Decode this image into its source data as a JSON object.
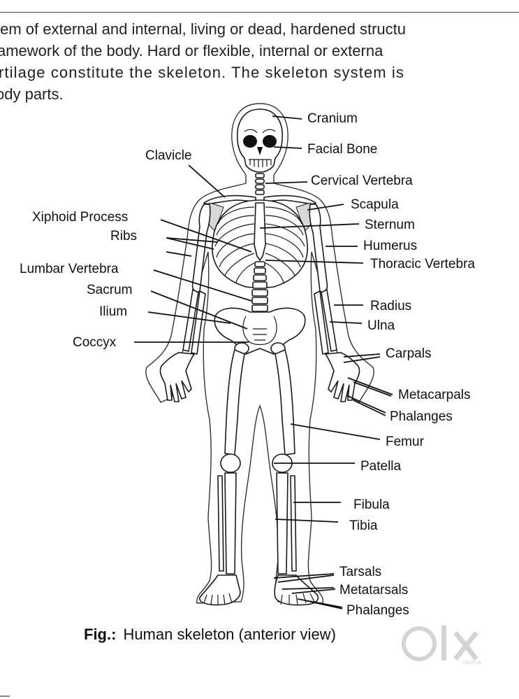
{
  "paragraph": {
    "line1": "tem of external and internal, living or dead, hardened structu",
    "line2": "amework of the body. Hard or flexible, internal or externa",
    "line3": "rtilage constitute the skeleton. The skeleton system is",
    "line4": "ody parts."
  },
  "labels": {
    "cranium": "Cranium",
    "facial_bone": "Facial Bone",
    "clavicle": "Clavicle",
    "cervical_vertebra": "Cervical Vertebra",
    "scapula": "Scapula",
    "xiphoid_process": "Xiphoid Process",
    "sternum": "Sternum",
    "ribs": "Ribs",
    "humerus": "Humerus",
    "lumbar_vertebra": "Lumbar Vertebra",
    "thoracic_vertebra": "Thoracic Vertebra",
    "sacrum": "Sacrum",
    "radius": "Radius",
    "ilium": "Ilium",
    "ulna": "Ulna",
    "coccyx": "Coccyx",
    "carpals": "Carpals",
    "metacarpals": "Metacarpals",
    "phalanges_hand": "Phalanges",
    "femur": "Femur",
    "patella": "Patella",
    "fibula": "Fibula",
    "tibia": "Tibia",
    "tarsals": "Tarsals",
    "metatarsals": "Metatarsals",
    "phalanges_foot": "Phalanges"
  },
  "caption": {
    "prefix": "Fig.:",
    "text": "Human skeleton (anterior view)"
  },
  "watermark": {
    "logo": "olx",
    "sub": "INDIA"
  }
}
